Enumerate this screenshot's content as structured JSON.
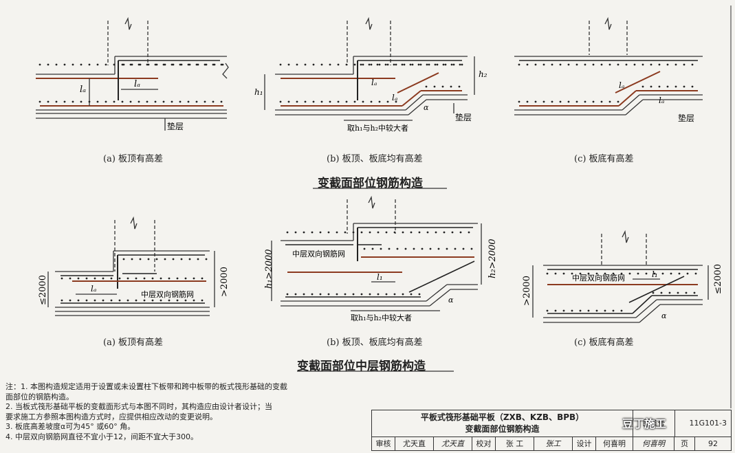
{
  "top_section": {
    "title": "变截面部位钢筋构造",
    "captions": [
      "(a)  板顶有高差",
      "(b)  板顶、板底均有高差",
      "(c)  板底有高差"
    ],
    "dim_labels": {
      "la": "lₐ",
      "h1": "h₁",
      "h2": "h₂",
      "dianceng": "垫层",
      "take_larger": "取h₁与h₂中较大者",
      "alpha": "α"
    }
  },
  "bottom_section": {
    "title": "变截面部位中层钢筋构造",
    "captions": [
      "(a)  板顶有高差",
      "(b)  板顶、板底均有高差",
      "(c)  板底有高差"
    ],
    "dim_labels": {
      "le2000": "≤2000",
      "gt2000": ">2000",
      "h1gt2000": "h₁>2000",
      "h2gt2000": "h₂>2000",
      "mid_mesh": "中层双向钢筋网",
      "l1": "l₁",
      "take_larger": "取h₁与h₂中较大者",
      "alpha": "α"
    }
  },
  "notes": [
    "注：1. 本图构造规定适用于设置或未设置柱下板带和跨中板带的板式筏形基础的变截",
    "        面部位的钢筋构造。",
    "     2. 当板式筏形基础平板的变截面形式与本图不同时，其构造应由设计者设计；当",
    "        要求施工方参照本图构造方式时，应提供相应改动的变更说明。",
    "     3. 板底高差坡度α可为45° 或60° 角。",
    "     4. 中层双向钢筋网直径不宜小于12，间距不宜大于300。"
  ],
  "title_block": {
    "line1": "平板式筏形基础平板（ZXB、KZB、BPB）",
    "line2": "变截面部位钢筋构造",
    "tuji_label": "图集号",
    "tuji_no": "11G101-3",
    "row": [
      "审核",
      "尤天直",
      "尤天直",
      "校对",
      "张  工",
      "张工",
      "设计",
      "何喜明",
      "何喜明",
      "页",
      "92"
    ]
  },
  "watermark": "豆丁施工"
}
